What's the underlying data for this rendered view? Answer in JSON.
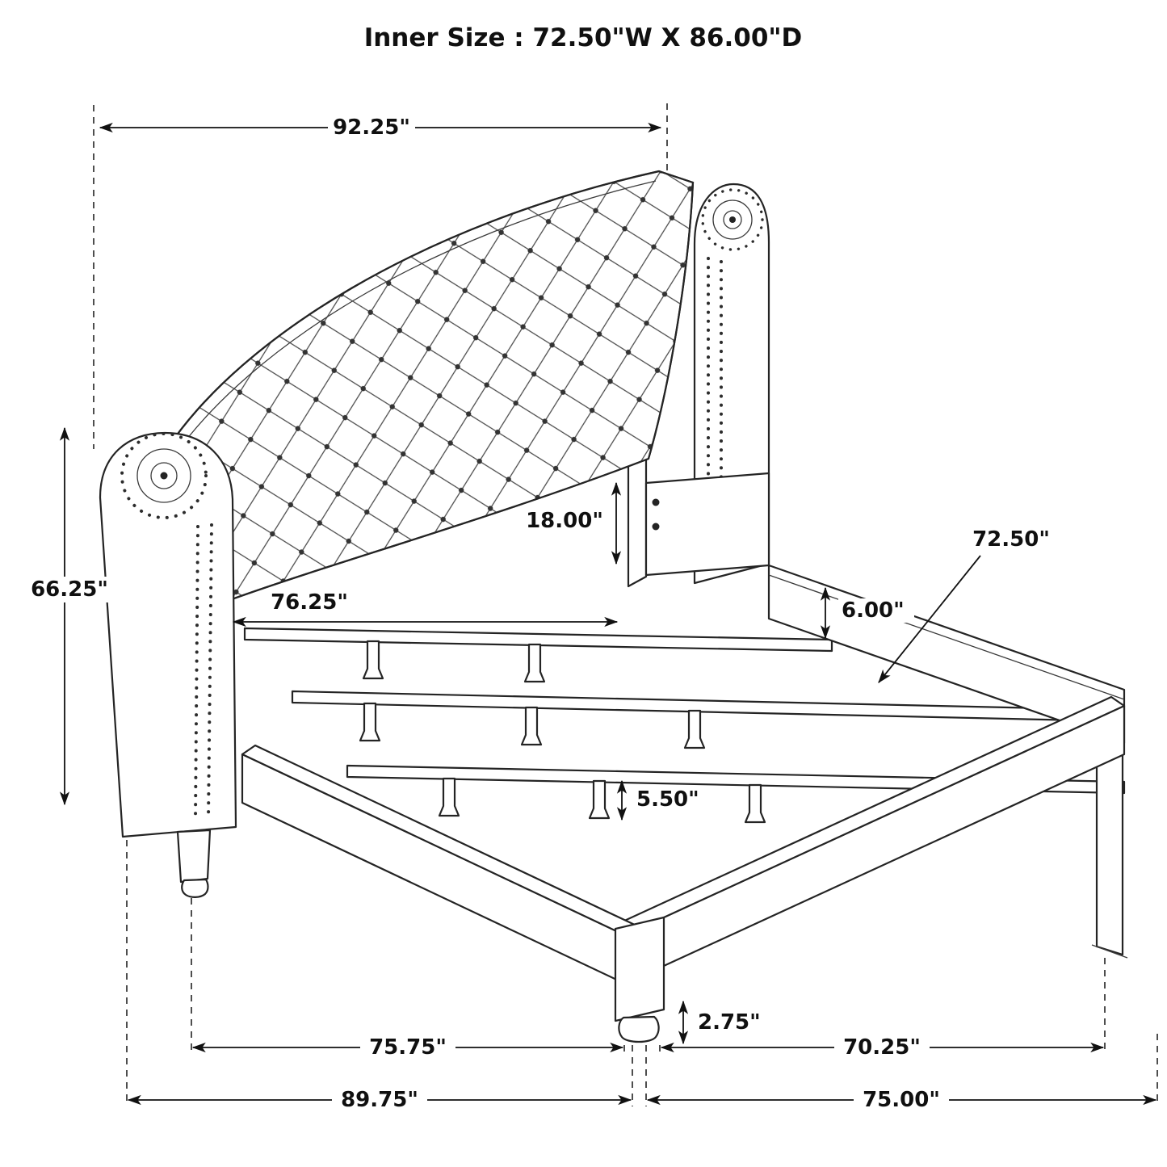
{
  "title": "Inner Size : 72.50\"W X 86.00\"D",
  "colors": {
    "ink": "#1f1f1f",
    "background": "#ffffff"
  },
  "labels": {
    "overall_width": "92.25\"",
    "headboard_height": "66.25\"",
    "headboard_panel_width": "76.25\"",
    "headboard_to_rail_height": "18.00\"",
    "side_rail_height": "6.00\"",
    "inner_width": "72.50\"",
    "support_leg_height": "5.50\"",
    "foot_height": "2.75\"",
    "inner_depth": "75.75\"",
    "footboard_side_depth": "70.25\"",
    "overall_depth": "89.75\"",
    "side_rail_length": "75.00\""
  }
}
